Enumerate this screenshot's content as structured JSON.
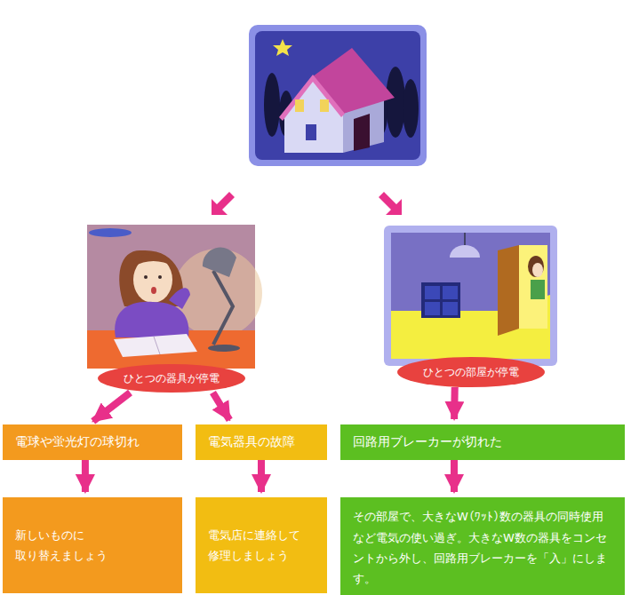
{
  "diagram": {
    "nodes": [
      {
        "text": [
          "ひとつの器具が停電"
        ]
      },
      {
        "text": [
          "ひとつの部屋が停電"
        ]
      },
      {
        "text": [
          "電球や蛍光灯の球切れ"
        ]
      },
      {
        "text": [
          "電気器具の故障"
        ]
      },
      {
        "text": [
          "回路用ブレーカーが切れた"
        ]
      },
      {
        "text": [
          "新しいものに 取り替えましょう"
        ]
      },
      {
        "text": [
          "電気店に連絡して 修理しましょう"
        ]
      },
      {
        "text": [
          "その部屋で、大きなW（ﾜｯﾄ）数の器具の同時使用など電気の使い過ぎ。大きなW数の器具をコンセントから外し、回路用ブレーカーを「入」にします。"
        ]
      }
    ],
    "edges": [
      {
        "from": 0,
        "to": 2,
        "arrow": "to"
      },
      {
        "from": 0,
        "to": 3,
        "arrow": "to"
      },
      {
        "from": 1,
        "to": 4,
        "arrow": "to"
      },
      {
        "from": 2,
        "to": 5,
        "arrow": "to"
      },
      {
        "from": 3,
        "to": 6,
        "arrow": "to"
      },
      {
        "from": 4,
        "to": 7,
        "arrow": "to"
      }
    ]
  }
}
